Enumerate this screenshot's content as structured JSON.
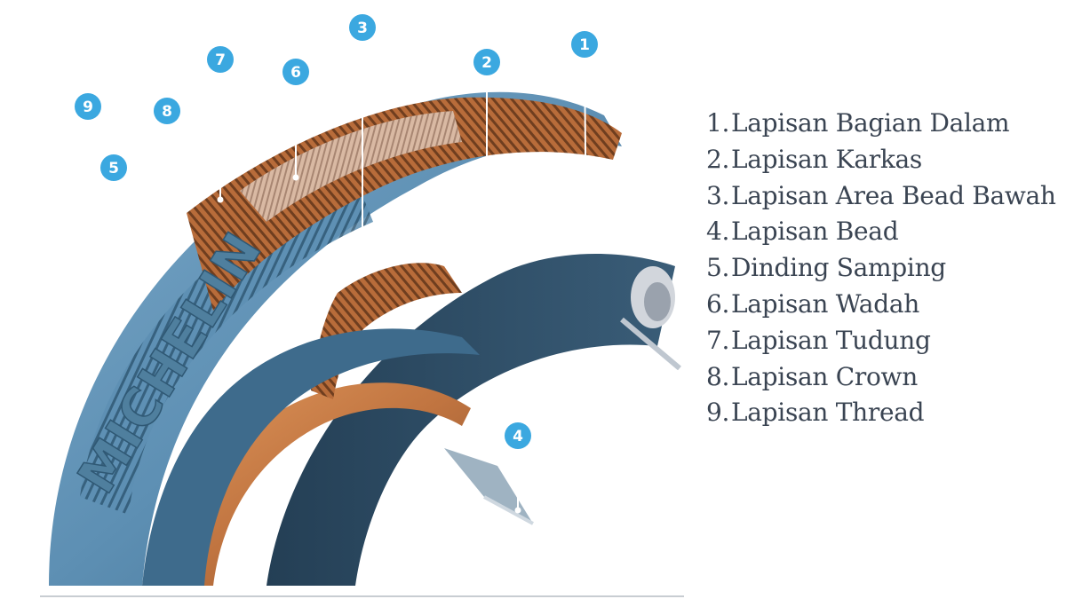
{
  "brand": "MICHELIN",
  "colors": {
    "rubber": "#5d8fb3",
    "rubber_dark": "#2f5874",
    "copper": "#c07440",
    "callout": "#3ba8e0"
  },
  "callouts": [
    {
      "number": "1"
    },
    {
      "number": "2"
    },
    {
      "number": "3"
    },
    {
      "number": "4"
    },
    {
      "number": "5"
    },
    {
      "number": "6"
    },
    {
      "number": "7"
    },
    {
      "number": "8"
    },
    {
      "number": "9"
    }
  ],
  "legend": [
    {
      "num": "1.",
      "label": "Lapisan Bagian Dalam"
    },
    {
      "num": "2.",
      "label": "Lapisan Karkas"
    },
    {
      "num": "3.",
      "label": "Lapisan Area Bead Bawah"
    },
    {
      "num": "4.",
      "label": "Lapisan Bead"
    },
    {
      "num": "5.",
      "label": "Dinding Samping"
    },
    {
      "num": "6.",
      "label": "Lapisan Wadah"
    },
    {
      "num": "7.",
      "label": "Lapisan Tudung"
    },
    {
      "num": "8.",
      "label": "Lapisan Crown"
    },
    {
      "num": "9.",
      "label": "Lapisan Thread"
    }
  ]
}
